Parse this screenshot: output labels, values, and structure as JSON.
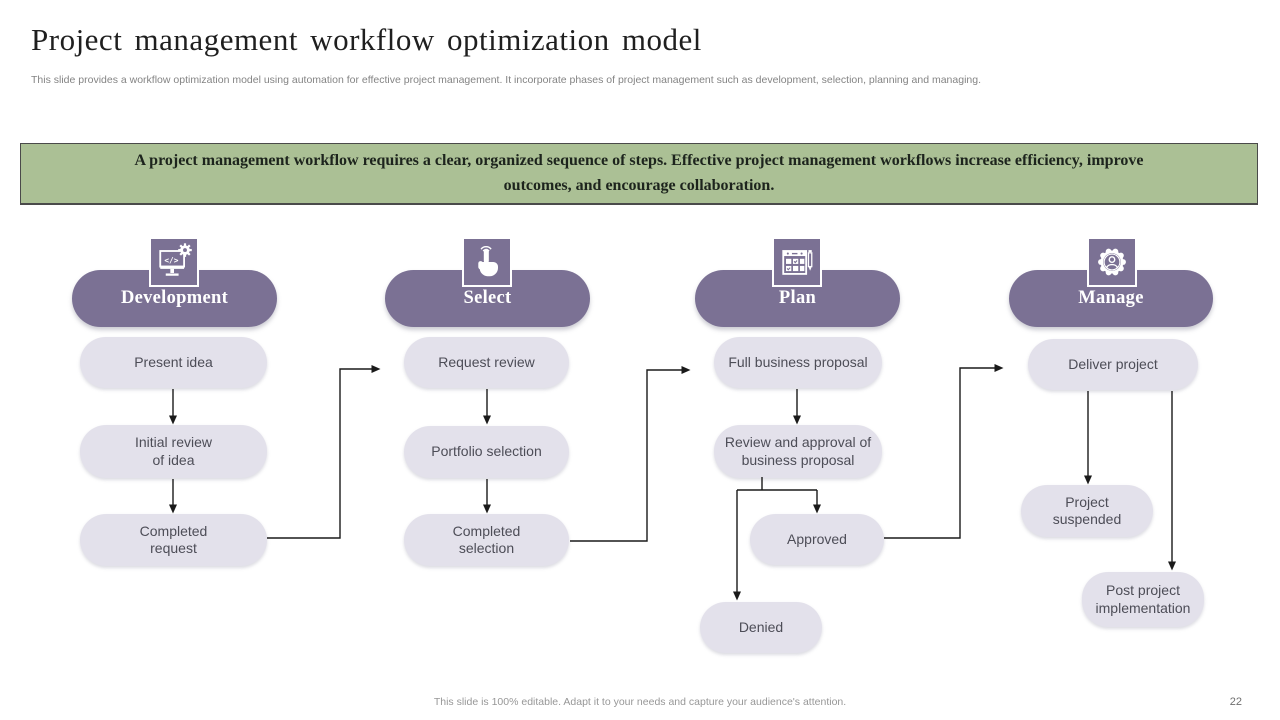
{
  "header": {
    "title": "Project management workflow optimization model",
    "subtitle": "This slide provides a workflow optimization model using automation for effective project management. It incorporate phases of project management such as development, selection, planning and managing."
  },
  "banner": {
    "text": "A project management workflow requires a clear, organized sequence of steps. Effective project management workflows increase efficiency, improve outcomes, and encourage collaboration.",
    "bg_color": "#abc095",
    "border_color": "#4a4a4a"
  },
  "columns": [
    {
      "header": "Development",
      "icon": "monitor-code-gear-icon",
      "nodes": [
        "Present idea",
        "Initial review\nof idea",
        "Completed\nrequest"
      ]
    },
    {
      "header": "Select",
      "icon": "tap-hand-icon",
      "nodes": [
        "Request review",
        "Portfolio selection",
        "Completed\nselection"
      ]
    },
    {
      "header": "Plan",
      "icon": "calendar-pencil-icon",
      "nodes": [
        "Full business proposal",
        "Review and approval of\nbusiness proposal",
        "Approved",
        "Denied"
      ]
    },
    {
      "header": "Manage",
      "icon": "gear-person-icon",
      "nodes": [
        "Deliver project",
        "Project\nsuspended",
        "Post project\nimplementation"
      ]
    }
  ],
  "footer": {
    "note": "This slide is 100% editable. Adapt it to your needs and capture your audience's attention.",
    "page_number": "22"
  },
  "colors": {
    "accent_purple": "#7b7194",
    "node_fill": "#e3e1eb",
    "banner_green": "#abc095",
    "connector": "#1a1a1a"
  }
}
